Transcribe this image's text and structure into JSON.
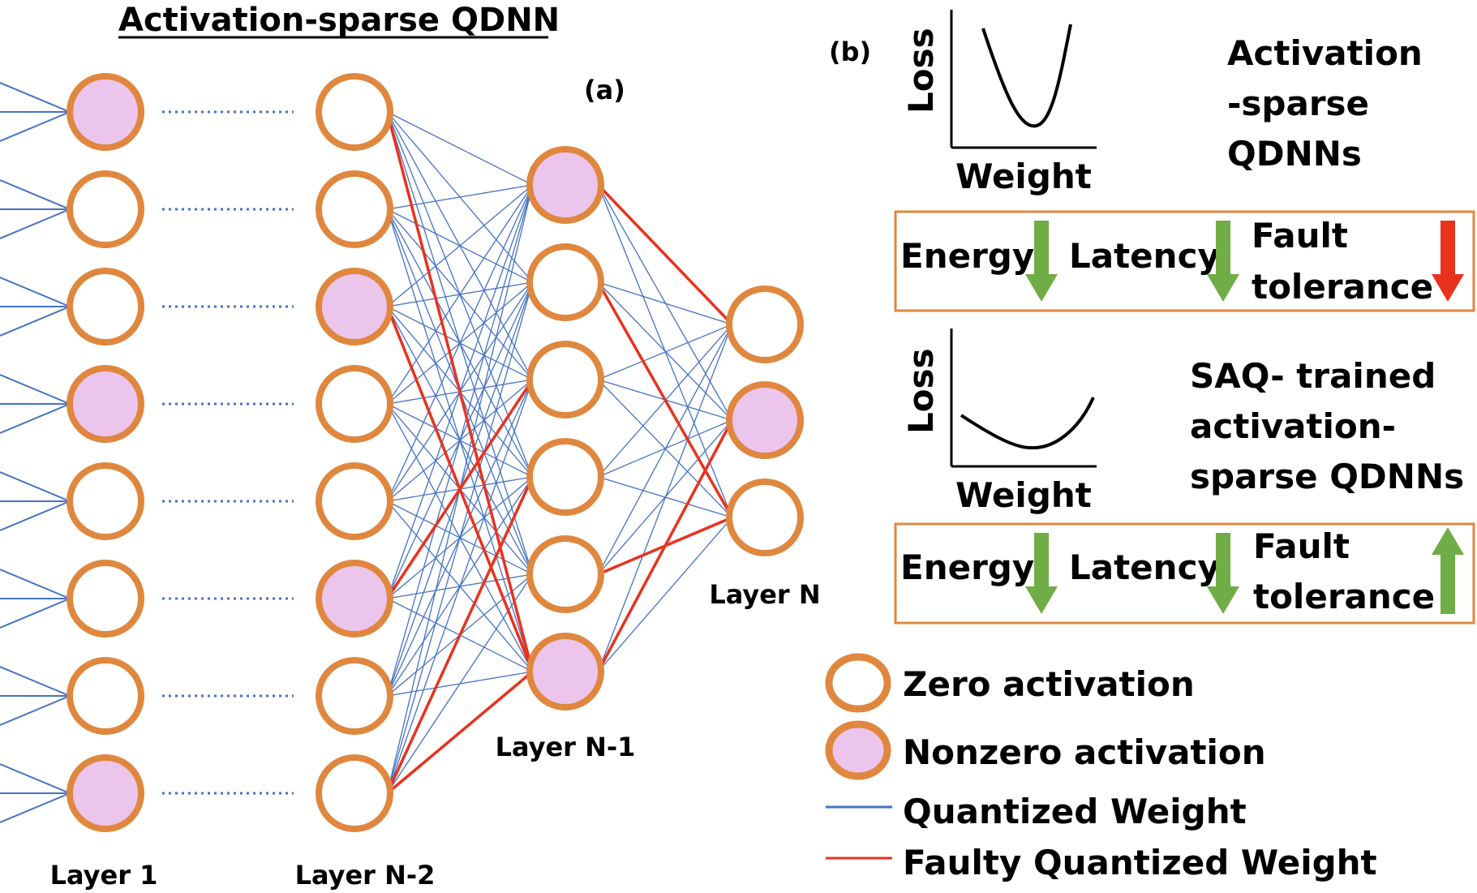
{
  "title": "Activation-sparse QDNN",
  "panel_a_label": "(a)",
  "panel_b_label": "(b)",
  "layers": {
    "layer1": "Layer 1",
    "layerN2": "Layer N-2",
    "layerN1": "Layer N-1",
    "layerN": "Layer N"
  },
  "node_activation": {
    "layer1": [
      true,
      false,
      false,
      true,
      false,
      false,
      false,
      true
    ],
    "layerN2": [
      false,
      false,
      true,
      false,
      false,
      true,
      false,
      false
    ],
    "layerN1": [
      true,
      false,
      false,
      false,
      false,
      true
    ],
    "layerN": [
      false,
      true,
      false
    ]
  },
  "colors": {
    "node_border": "#e0873f",
    "node_fill_nonzero": "#ecc5ec",
    "node_fill_zero": "#ffffff",
    "quantized_weight": "#4472c4",
    "faulty_weight": "#e8321e",
    "green_arrow": "#70ad47",
    "red_arrow": "#e8321e",
    "box_border": "#e0873f"
  },
  "plots": {
    "top": {
      "ylabel": "Loss",
      "xlabel": "Weight",
      "desc": [
        "Activation",
        "-sparse",
        "QDNNs"
      ]
    },
    "bottom": {
      "ylabel": "Loss",
      "xlabel": "Weight",
      "desc": [
        "SAQ- trained",
        "activation-",
        "sparse QDNNs"
      ]
    }
  },
  "metric_boxes": [
    {
      "energy": "Energy",
      "latency": "Latency",
      "fault1": "Fault",
      "fault2": "tolerance",
      "energy_dir": "down",
      "latency_dir": "down",
      "fault_dir": "down",
      "fault_color": "red"
    },
    {
      "energy": "Energy",
      "latency": "Latency",
      "fault1": "Fault",
      "fault2": "tolerance",
      "energy_dir": "down",
      "latency_dir": "down",
      "fault_dir": "up",
      "fault_color": "green"
    }
  ],
  "legend": {
    "zero": "Zero activation",
    "nonzero": "Nonzero activation",
    "quantized": "Quantized Weight",
    "faulty": "Faulty Quantized Weight"
  }
}
